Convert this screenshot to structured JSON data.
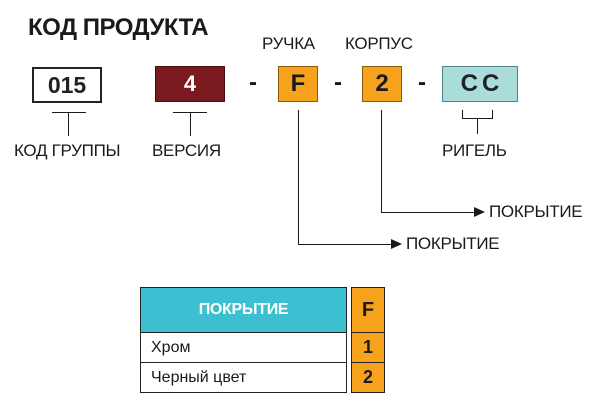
{
  "title": "КОД ПРОДУКТА",
  "labels": {
    "handle": "РУЧКА",
    "body": "КОРПУС",
    "group": "КОД ГРУППЫ",
    "version": "ВЕРСИЯ",
    "latch": "РИГЕЛЬ",
    "coating_upper": "ПОКРЫТИЕ",
    "coating_lower": "ПОКРЫТИЕ"
  },
  "code": {
    "group": "015",
    "version": "4",
    "handle": "F",
    "body": "2",
    "latch": "CC",
    "separator": "-"
  },
  "colors": {
    "version_box": "#7a1a1e",
    "orange_box": "#f7a21c",
    "latch_box": "#a9dcdb",
    "table_header": "#3cc0d1"
  },
  "table": {
    "header_name": "ПОКРЫТИЕ",
    "header_code": "F",
    "rows": [
      {
        "name": "Хром",
        "code": "1"
      },
      {
        "name": "Черный цвет",
        "code": "2"
      }
    ]
  }
}
